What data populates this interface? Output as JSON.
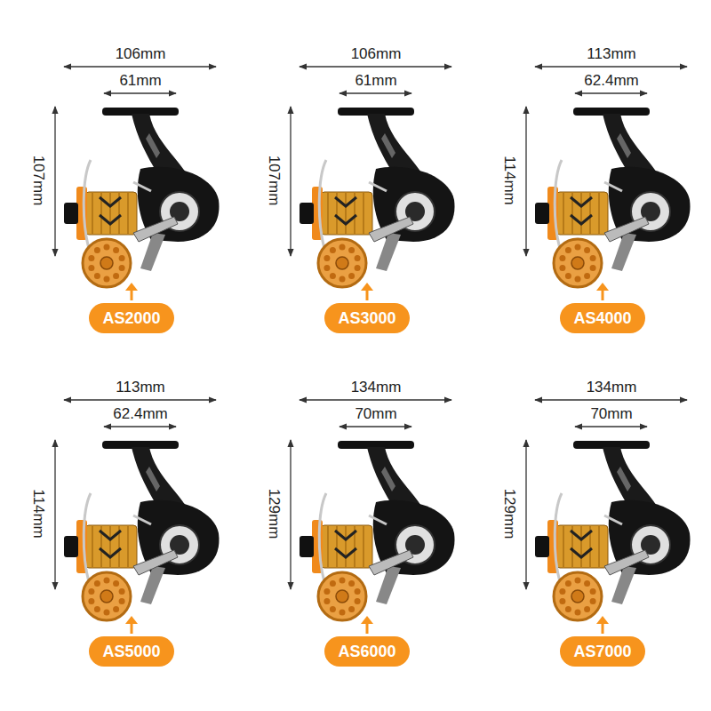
{
  "diagram": {
    "nodes": [
      {
        "text": [
          "AS2000"
        ]
      },
      {
        "text": [
          "AS3000"
        ]
      },
      {
        "text": [
          "AS4000"
        ]
      },
      {
        "text": [
          "AS5000"
        ]
      },
      {
        "text": [
          "AS6000"
        ]
      },
      {
        "text": [
          "AS7000"
        ]
      }
    ],
    "labels": [
      "106mm",
      "61mm",
      "107mm",
      "106mm",
      "61mm",
      "107mm",
      "113mm",
      "62.4mm",
      "114mm",
      "113mm",
      "62.4mm",
      "114mm",
      "134mm",
      "70mm",
      "129mm",
      "134mm",
      "70mm",
      "129mm"
    ]
  }
}
